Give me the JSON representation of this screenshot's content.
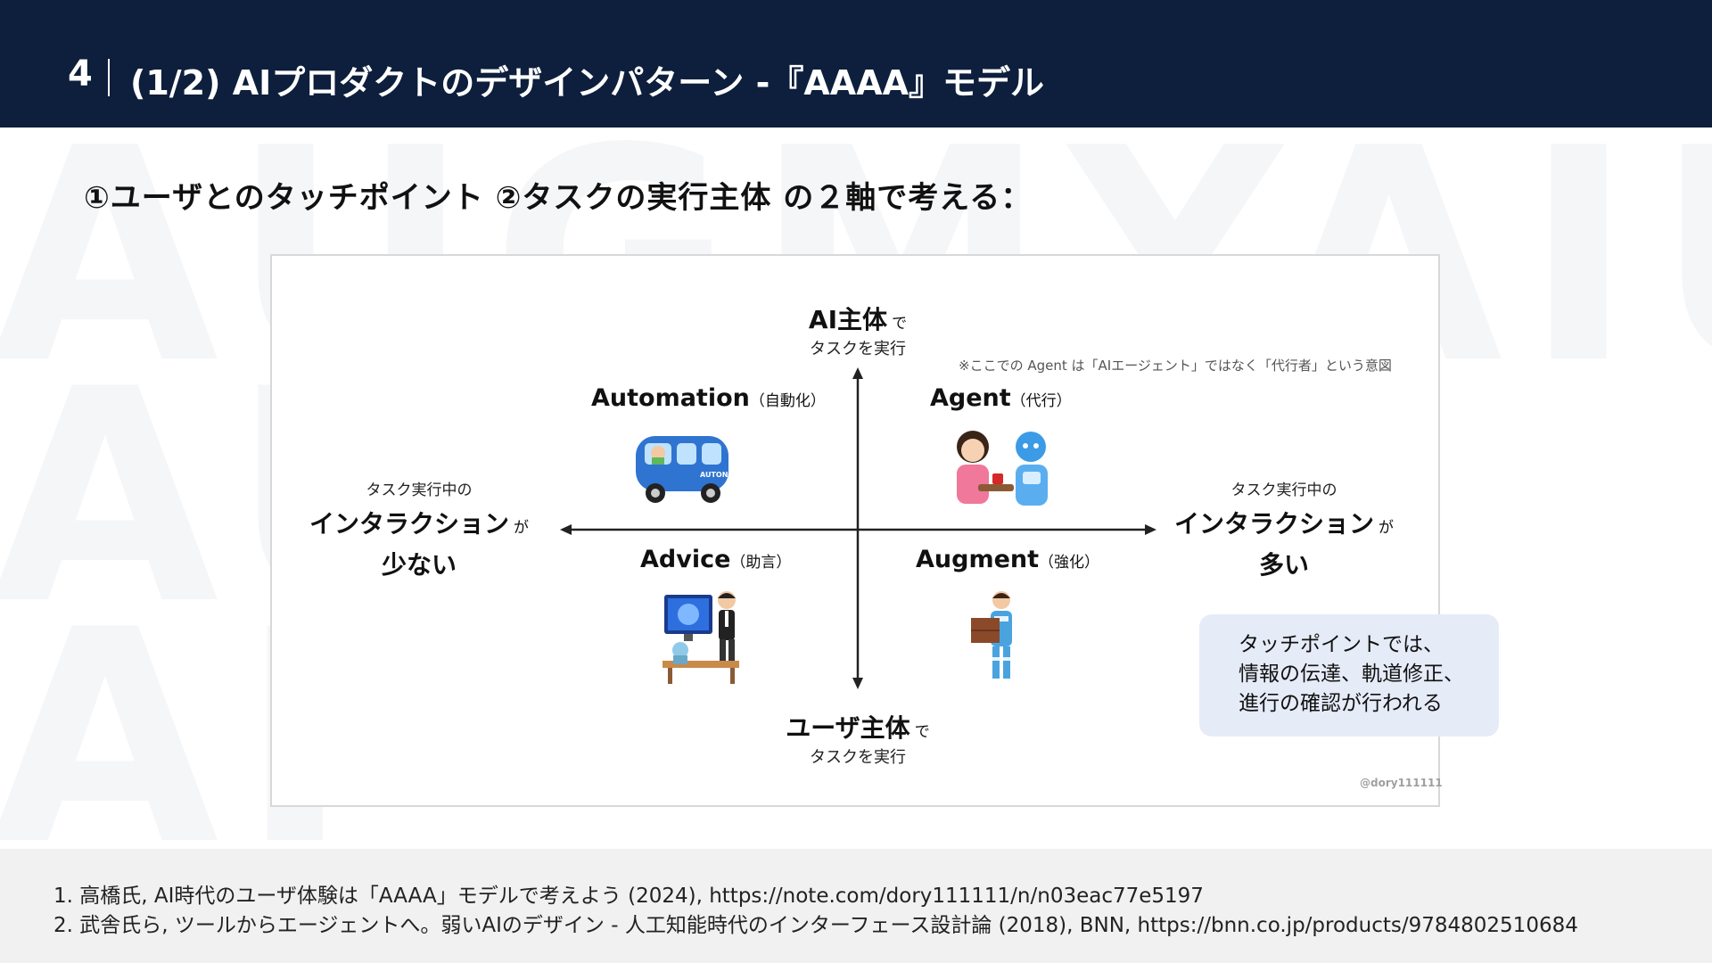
{
  "header": {
    "slide_number": "4",
    "title": "(1/2) AIプロダクトのデザインパターン -『AAAA』モデル"
  },
  "watermark": {
    "lines": [
      "AUGMYAIU",
      "AUG",
      "AI"
    ]
  },
  "subtitle": "①ユーザとのタッチポイント ②タスクの実行主体 の２軸で考える：",
  "diagram": {
    "axis_top": {
      "strong": "AI主体",
      "small": "で",
      "sub": "タスクを実行"
    },
    "axis_bottom": {
      "strong": "ユーザ主体",
      "small": "で",
      "sub": "タスクを実行"
    },
    "axis_left": {
      "sub": "タスク実行中の",
      "strong": "インタラクション",
      "small": "が",
      "strong2": "少ない"
    },
    "axis_right": {
      "sub": "タスク実行中の",
      "strong": "インタラクション",
      "small": "が",
      "strong2": "多い"
    },
    "note": "※ここでの Agent は「AIエージェント」ではなく「代行者」という意図",
    "quadrants": {
      "automation": {
        "title": "Automation",
        "paren": "（自動化）",
        "car_text": "AUTONO MOUS"
      },
      "agent": {
        "title": "Agent",
        "paren": "（代行）"
      },
      "advice": {
        "title": "Advice",
        "paren": "（助言）"
      },
      "augment": {
        "title": "Augment",
        "paren": "（強化）"
      }
    },
    "credit": "@dory111111",
    "callout": {
      "lines": [
        "タッチポイントでは、",
        "情報の伝達、軌道修正、",
        "進行の確認が行われる"
      ]
    }
  },
  "references": [
    "1. 高橋氏, AI時代のユーザ体験は「AAAA」モデルで考えよう (2024), https://note.com/dory111111/n/n03eac77e5197",
    "2. 武舎氏ら, ツールからエージェントへ。弱いAIのデザイン - 人工知能時代のインターフェース設計論 (2018), BNN, https://bnn.co.jp/products/9784802510684"
  ],
  "colors": {
    "header_bg": "#0d1f3c",
    "callout_bg": "#e6ebf8",
    "footer_bg": "#f1f1f1"
  }
}
